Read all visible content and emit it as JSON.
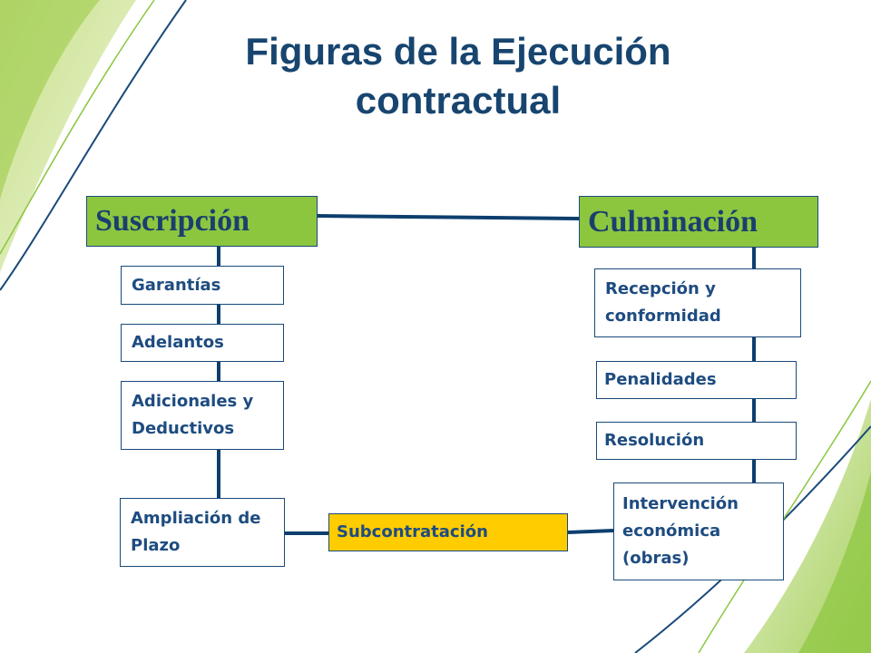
{
  "title": {
    "line1": "Figuras de la Ejecución",
    "line2": "contractual"
  },
  "phases": {
    "start": "Suscripción",
    "end": "Culminación"
  },
  "left_items": {
    "garantias": "Garantías",
    "adelantos": "Adelantos",
    "adicionales": [
      "Adicionales y",
      "Deductivos"
    ],
    "ampliacion": [
      "Ampliación de",
      "Plazo"
    ]
  },
  "right_items": {
    "recepcion": [
      "Recepción y",
      "conformidad"
    ],
    "penalidades": "Penalidades",
    "resolucion": "Resolución",
    "intervencion": [
      "Intervención",
      "económica",
      "(obras)"
    ]
  },
  "middle": {
    "subcontratacion": "Subcontratación"
  },
  "colors": {
    "phase_fill": "#8cc63f",
    "subcontract_fill": "#ffcc00",
    "connector": "#0d3f6e",
    "text": "#1e4c80"
  }
}
